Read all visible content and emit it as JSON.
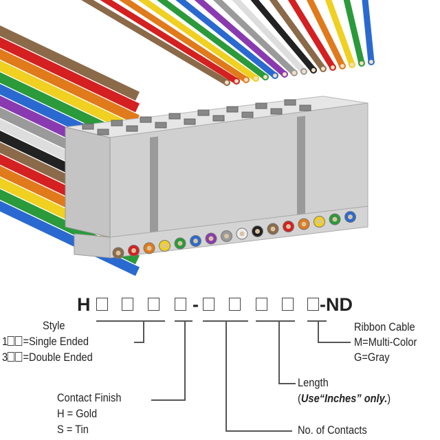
{
  "part_number": {
    "prefix": "H",
    "separator": "-",
    "suffix": "-ND"
  },
  "style": {
    "title": "Style",
    "option1_prefix": "1",
    "option1": "=Single Ended",
    "option3_prefix": "3",
    "option3": "=Double Ended"
  },
  "contact_finish": {
    "title": "Contact Finish",
    "gold": "H = Gold",
    "tin": "S = Tin"
  },
  "contacts": {
    "title": "No. of Contacts"
  },
  "length": {
    "title": "Length",
    "note_open": "(",
    "note": "Use“Inches” only.",
    "note_close": ")"
  },
  "ribbon": {
    "title": "Ribbon Cable",
    "multi": "M=Multi-Color",
    "gray": "G=Gray"
  },
  "wire_colors": [
    "#8b6a4a",
    "#d42020",
    "#e07a1a",
    "#f0d020",
    "#2a9a3a",
    "#2a6ad0",
    "#8a3ab0",
    "#9a9a9a",
    "#ffffff",
    "#222222",
    "#8b6a4a",
    "#d42020",
    "#e07a1a",
    "#f0d020",
    "#2a9a3a",
    "#2a6ad0"
  ]
}
